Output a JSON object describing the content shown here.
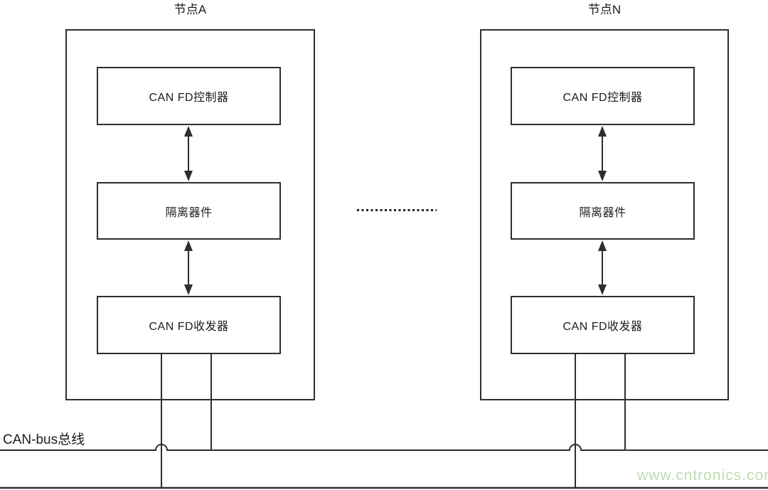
{
  "diagram": {
    "nodes": [
      {
        "title": "节点A",
        "blocks": [
          "CAN FD控制器",
          "隔离器件",
          "CAN FD收发器"
        ]
      },
      {
        "title": "节点N",
        "blocks": [
          "CAN FD控制器",
          "隔离器件",
          "CAN FD收发器"
        ]
      }
    ],
    "ellipsis_icon": "dotted-line-ellipsis",
    "bus": {
      "label": "CAN-bus总线"
    },
    "watermark": "www.cntronics.com",
    "colors": {
      "line": "#2e2e2e",
      "text": "#1c1c1c",
      "watermark": "#bedcb2",
      "background": "#ffffff"
    }
  }
}
